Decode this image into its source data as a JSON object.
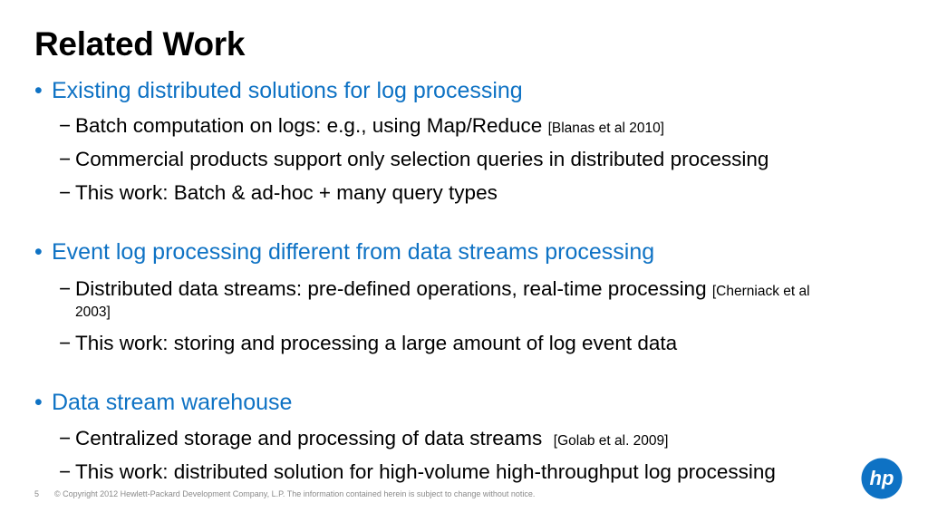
{
  "title": "Related Work",
  "sections": [
    {
      "heading": "Existing distributed solutions for log processing",
      "items": [
        {
          "text": "Batch computation on logs: e.g., using Map/Reduce",
          "cite": "[Blanas et al 2010]"
        },
        {
          "text": "Commercial products support only selection queries in distributed processing"
        },
        {
          "text": "This work: Batch & ad-hoc + many query types"
        }
      ]
    },
    {
      "heading": "Event log processing different from data streams processing",
      "items": [
        {
          "text": "Distributed data streams: pre-defined operations, real-time processing",
          "cite": "[Cherniack et al",
          "cite_cont": "2003]"
        },
        {
          "text": "This work: storing and processing a large amount of log event data"
        }
      ]
    },
    {
      "heading": "Data stream warehouse",
      "items": [
        {
          "text": "Centralized storage and processing of data streams",
          "cite": "[Golab et al. 2009]"
        },
        {
          "text": "This work: distributed solution for high-volume high-throughput log processing"
        }
      ]
    }
  ],
  "bullet_glyph": "•",
  "dash_glyph": "−",
  "footer": {
    "page_number": "5",
    "copyright": "© Copyright 2012 Hewlett-Packard Development Company, L.P.  The information contained herein is subject to change without notice."
  },
  "logo": {
    "text": "hp",
    "icon": "hp-logo-icon",
    "color": "#0e72c4"
  },
  "colors": {
    "heading": "#0e72c4",
    "text": "#000000",
    "footer": "#8a8a8a"
  }
}
